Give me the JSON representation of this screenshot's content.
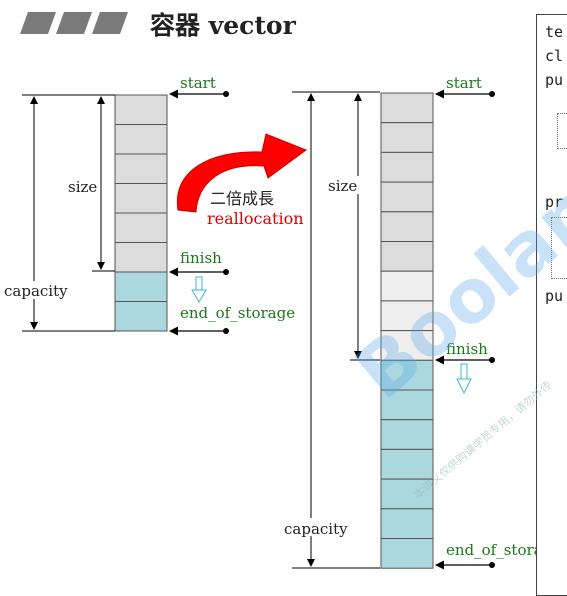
{
  "title": "容器 vector",
  "colors": {
    "used_cell": "#dcdcdc",
    "unused_cell": "#abd8de",
    "new_cell_light": "#eeeeee",
    "arrow_red": "#ff0000",
    "label_green": "#1a7a1a",
    "label_red": "#e00000",
    "down_arrow": "#3ab8d8"
  },
  "left_diagram": {
    "start_label": "start",
    "finish_label": "finish",
    "end_label": "end_of_storage",
    "size_label": "size",
    "capacity_label": "capacity",
    "used_cells": 6,
    "unused_cells": 2
  },
  "transition": {
    "label_cn": "二倍成長",
    "label_en": "reallocation"
  },
  "right_diagram": {
    "start_label": "start",
    "finish_label": "finish",
    "end_label": "end_of_storage",
    "size_label": "size",
    "capacity_label": "capacity",
    "used_cells": 6,
    "light_cells": 3,
    "unused_cells": 7
  },
  "code_panel": {
    "lines": [
      "te",
      "cl",
      "pu",
      "pr",
      "pu"
    ]
  },
  "watermark": {
    "main": "Boolan",
    "sub": "本讲义仅供购课学员专用，请勿外传"
  }
}
